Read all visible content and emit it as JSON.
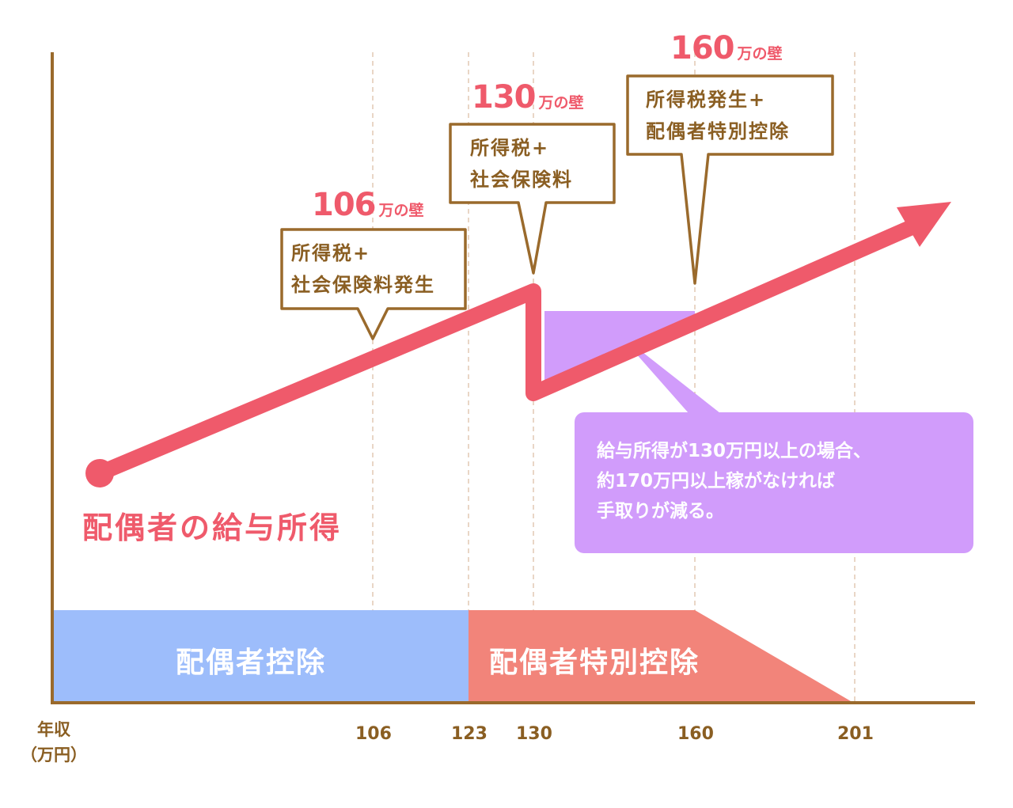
{
  "chart_data": {
    "type": "line",
    "title": "",
    "xlabel": "年収（万円）",
    "ylabel": "",
    "x_ticks": [
      106,
      123,
      130,
      160,
      201
    ],
    "series": [
      {
        "name": "配偶者の給与所得",
        "color": "#ef5a6b",
        "points": [
          {
            "x": 0,
            "y": 0.0
          },
          {
            "x": 130,
            "y": 1.0
          },
          {
            "x": 130,
            "y": 0.45
          },
          {
            "x": 260,
            "y": 1.35
          }
        ],
        "note": "Take-home rises with income, drops sharply at 130万 wall, then rises again"
      }
    ],
    "walls": [
      {
        "value": 106,
        "label_num": "106",
        "label_suffix": "万の壁",
        "callout": [
          "所得税+",
          "社会保険料発生"
        ]
      },
      {
        "value": 130,
        "label_num": "130",
        "label_suffix": "万の壁",
        "callout": [
          "所得税+",
          "社会保険料"
        ]
      },
      {
        "value": 160,
        "label_num": "160",
        "label_suffix": "万の壁",
        "callout": [
          "所得税発生+",
          "配偶者特別控除"
        ]
      }
    ],
    "bands": [
      {
        "name": "配偶者控除",
        "from": 0,
        "to": 123,
        "color": "#9dbdfb"
      },
      {
        "name": "配偶者特別控除",
        "from": 123,
        "to": 201,
        "full_until": 160,
        "color": "#f2847a"
      }
    ],
    "shaded_region": {
      "from": 130,
      "to": 160,
      "color": "#d19cfb",
      "note": [
        "給与所得が130万円以上の場合、",
        "約170万円以上稼がなければ",
        "手取りが減る。"
      ]
    }
  },
  "axis": {
    "title_line1": "年収",
    "title_line2": "（万円）",
    "ticks": [
      "106",
      "123",
      "130",
      "160",
      "201"
    ]
  },
  "walls": {
    "w106": {
      "num": "106",
      "suffix": "万の壁",
      "line1": "所得税+",
      "line2": "社会保険料発生"
    },
    "w130": {
      "num": "130",
      "suffix": "万の壁",
      "line1": "所得税+",
      "line2": "社会保険料"
    },
    "w160": {
      "num": "160",
      "suffix": "万の壁",
      "line1": "所得税発生+",
      "line2": "配偶者特別控除"
    }
  },
  "series_label": "配偶者の給与所得",
  "purple_note": {
    "line1": "給与所得が130万円以上の場合、",
    "line2": "約170万円以上稼がなければ",
    "line3": "手取りが減る。"
  },
  "bands": {
    "spouse_deduction": "配偶者控除",
    "special_spouse_deduction": "配偶者特別控除"
  },
  "colors": {
    "axis": "#9a6a2c",
    "line": "#ef5a6b",
    "blue_band": "#9dbdfb",
    "salmon_band": "#f2847a",
    "purple": "#d19cfb",
    "callout_border": "#9a6a2c",
    "dashed": "#e2c8b4"
  }
}
